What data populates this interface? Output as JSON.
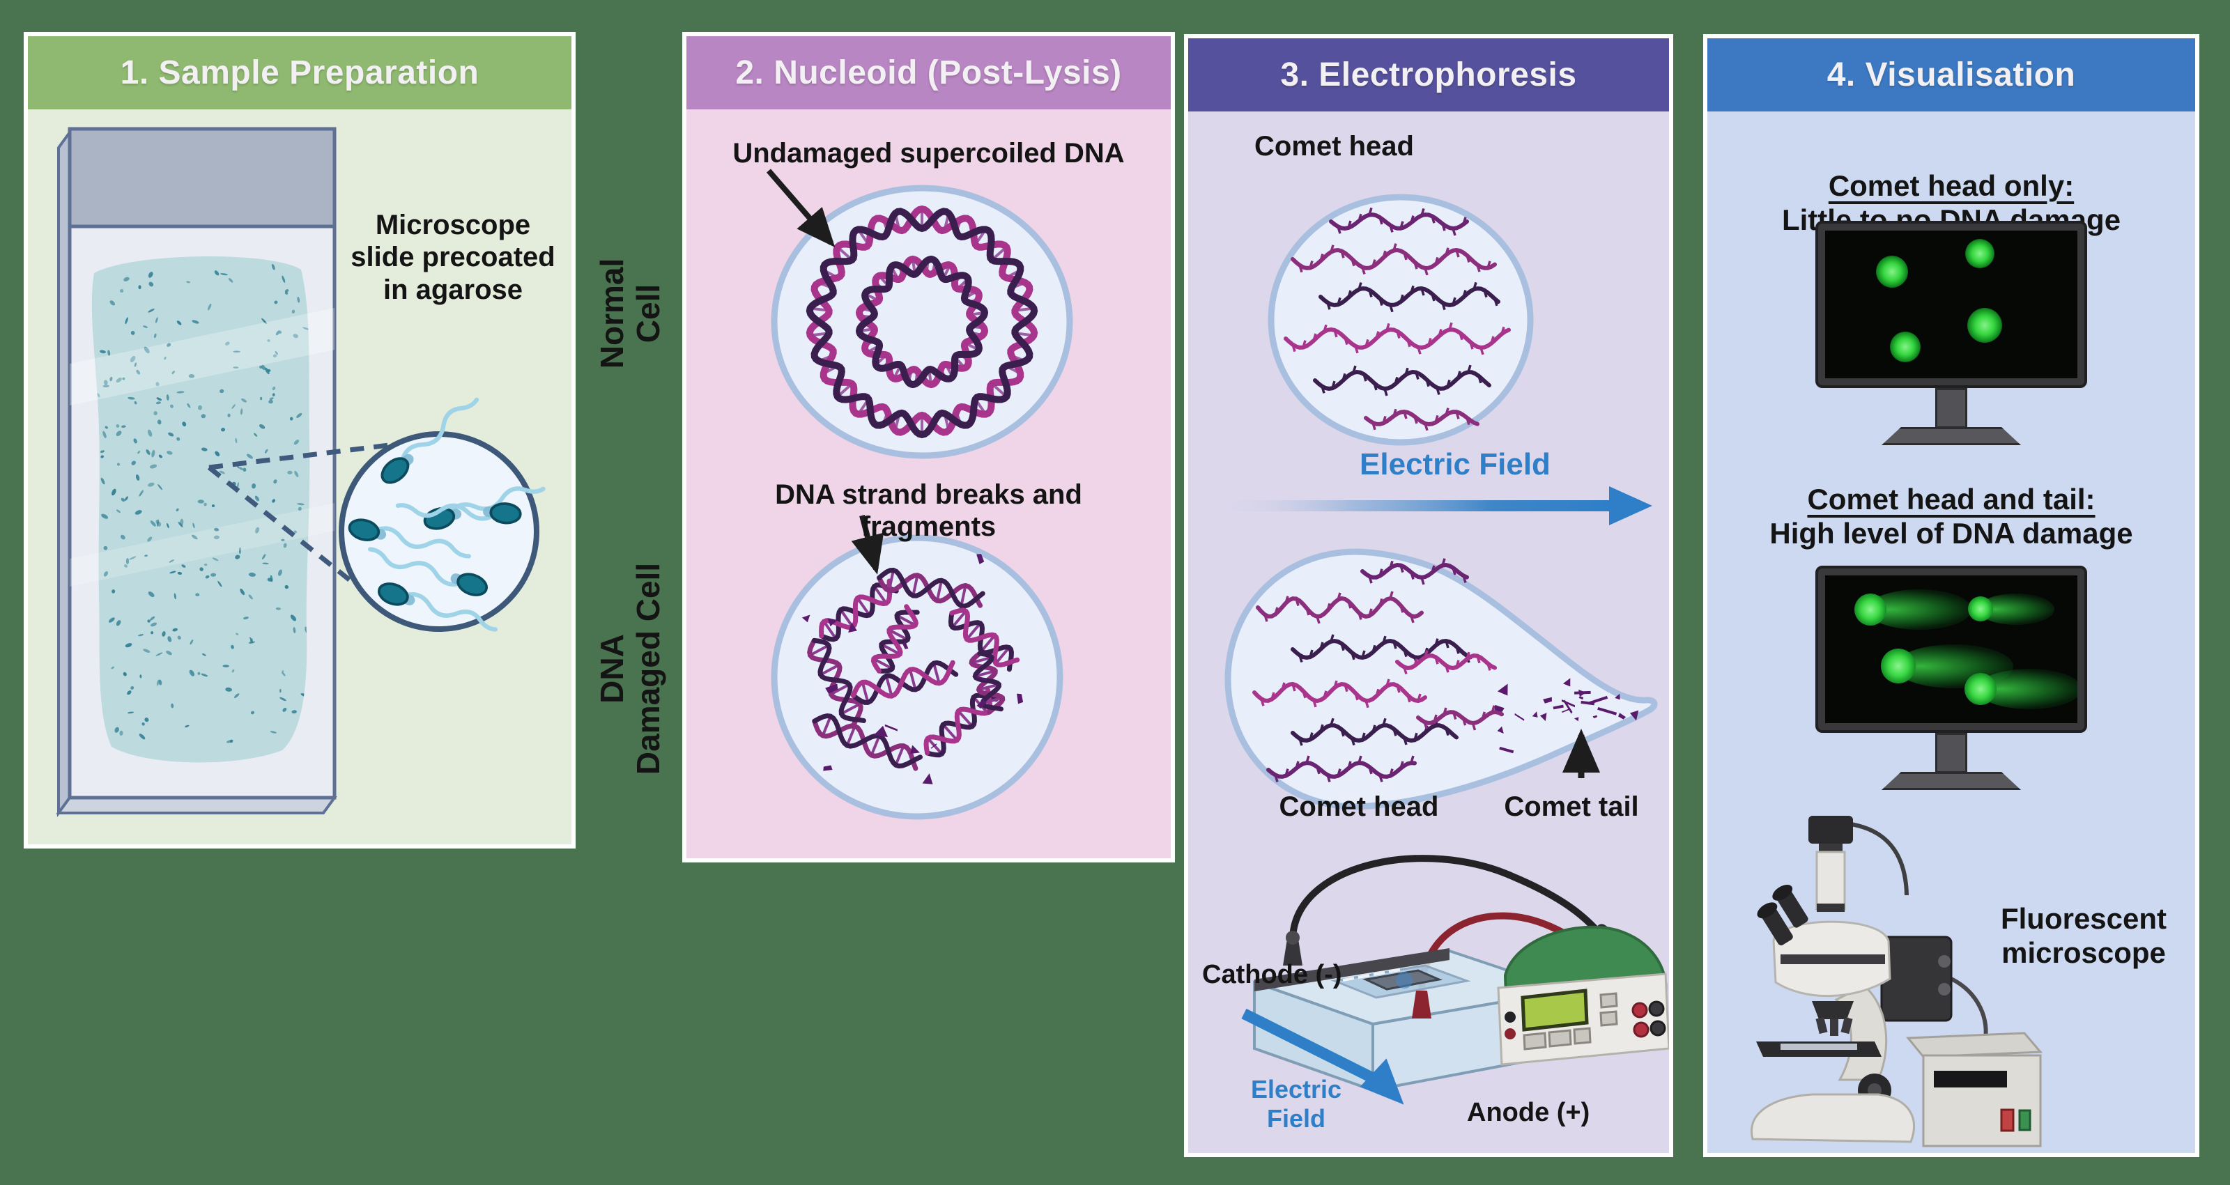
{
  "colors": {
    "bg": "#4a744f",
    "panel1_header": "#8fb971",
    "panel1_body": "#e4ecdb",
    "panel2_header": "#b886c2",
    "panel2_body": "#efd5e7",
    "panel3_header": "#55519c",
    "panel3_body": "#dcd7eb",
    "panel4_header": "#3c79c2",
    "panel4_body": "#cdd9f0",
    "accent_blue": "#2e7fc8",
    "dna_magenta": "#a8348c",
    "dna_purple": "#3a1f4e",
    "cell_fill": "#e9effa",
    "cell_border": "#a9bfdf",
    "comet_green": "#35d63f"
  },
  "panel1": {
    "title": "1. Sample Preparation",
    "slide_label": [
      "Microscope",
      "slide precoated",
      "in agarose"
    ]
  },
  "row_labels": {
    "normal": [
      "Normal",
      "Cell"
    ],
    "damaged": [
      "DNA",
      "Damaged Cell"
    ]
  },
  "panel2": {
    "title": "2. Nucleoid (Post-Lysis)",
    "undamaged_label": "Undamaged supercoiled DNA",
    "damaged_label": [
      "DNA strand breaks and",
      "fragments"
    ]
  },
  "panel3": {
    "title": "3. Electrophoresis",
    "comet_head_top": "Comet head",
    "electric_field": "Electric Field",
    "comet_head": "Comet head",
    "comet_tail": "Comet tail",
    "cathode": "Cathode (-)",
    "anode": "Anode (+)",
    "electric_field_vertical": [
      "Electric",
      "Field"
    ]
  },
  "panel4": {
    "title": "4. Visualisation",
    "head_only_title": "Comet head only:",
    "head_only_sub": "Little to no DNA damage",
    "head_tail_title": "Comet head and tail:",
    "head_tail_sub": "High level of DNA damage",
    "microscope_label": [
      "Fluorescent",
      "microscope"
    ]
  }
}
